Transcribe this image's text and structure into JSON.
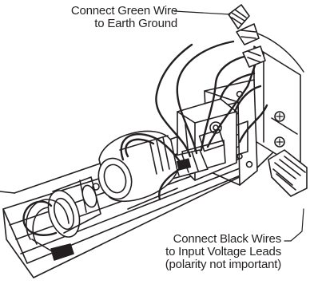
{
  "callouts": {
    "green_wire": {
      "line1": "Connect Green Wire",
      "line2": "to Earth Ground"
    },
    "black_wires": {
      "line1": "Connect Black Wires",
      "line2": "to Input Voltage Leads",
      "line3": "(polarity not important)"
    }
  },
  "colors": {
    "ink": "#231f20",
    "background": "#ffffff",
    "fill": "#ffffff"
  }
}
